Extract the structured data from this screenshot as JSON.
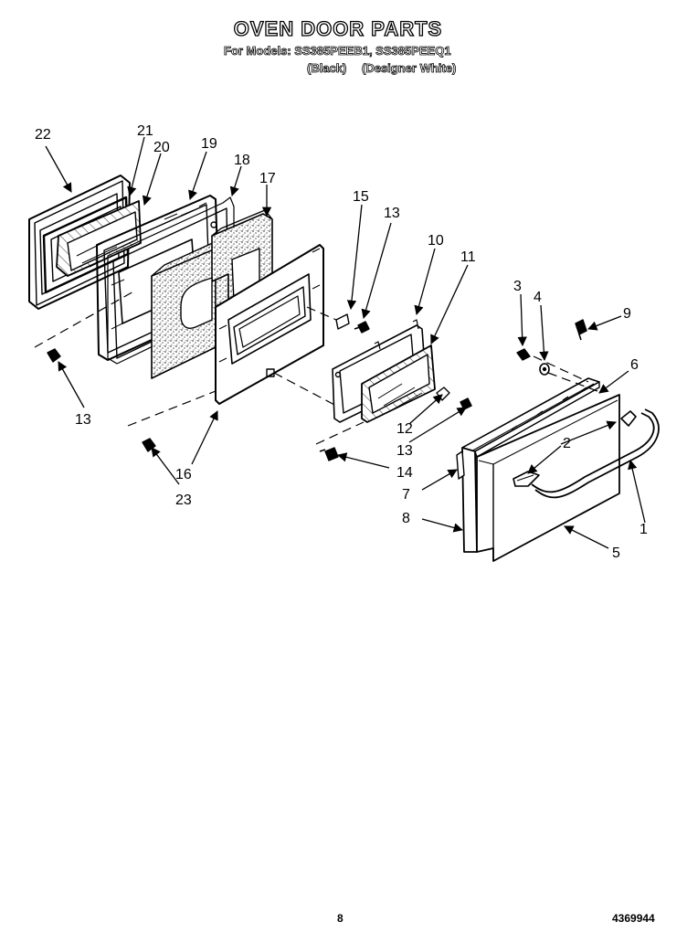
{
  "title": "OVEN DOOR PARTS",
  "models_line": "For Models: SS385PEEB1, SS385PEEQ1",
  "variant_1": "(Black)",
  "variant_2": "(Designer White)",
  "page_number": "8",
  "document_number": "4369944",
  "part_callouts": [
    "22",
    "21",
    "20",
    "19",
    "18",
    "17",
    "15",
    "13",
    "10",
    "11",
    "3",
    "4",
    "9",
    "6",
    "2",
    "1",
    "5",
    "8",
    "7",
    "14",
    "13",
    "12",
    "16",
    "23",
    "13"
  ]
}
